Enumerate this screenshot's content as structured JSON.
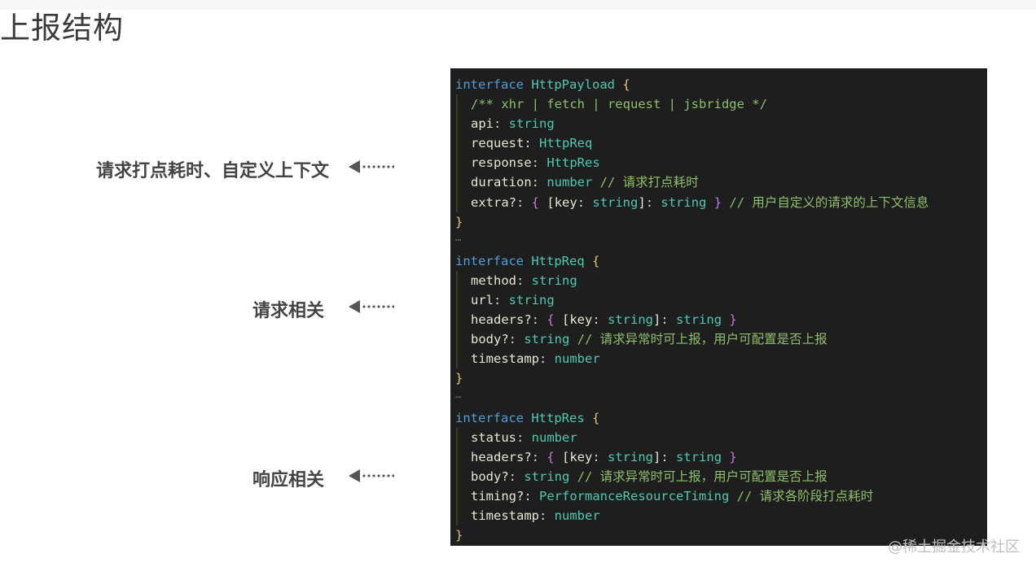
{
  "title": "上报结构",
  "labels": {
    "payload": "请求打点耗时、自定义上下文",
    "req": "请求相关",
    "res": "响应相关"
  },
  "code": {
    "l1_kw": "interface",
    "l1_name": "HttpPayload",
    "l1_br": "{",
    "l2_cm": "/** xhr | fetch | request | jsbridge */",
    "l3_prop": "api",
    "l3_type": "string",
    "l4_prop": "request",
    "l4_type": "HttpReq",
    "l5_prop": "response",
    "l5_type": "HttpRes",
    "l6_prop": "duration",
    "l6_type": "number",
    "l6_cm": "// 请求打点耗时",
    "l7_prop": "extra?",
    "l7_br_open": "{",
    "l7_key": "[key",
    "l7_key_type": "string",
    "l7_close_key": "]",
    "l7_type": "string",
    "l7_br_close": "}",
    "l7_cm": "// 用户自定义的请求的上下文信息",
    "l8_br": "}",
    "sep": "…",
    "l9_kw": "interface",
    "l9_name": "HttpReq",
    "l9_br": "{",
    "l10_prop": "method",
    "l10_type": "string",
    "l11_prop": "url",
    "l11_type": "string",
    "l12_prop": "headers?",
    "l12_br_open": "{",
    "l12_key": "[key",
    "l12_key_type": "string",
    "l12_close_key": "]",
    "l12_type": "string",
    "l12_br_close": "}",
    "l13_prop": "body?",
    "l13_type": "string",
    "l13_cm": "// 请求异常时可上报，用户可配置是否上报",
    "l14_prop": "timestamp",
    "l14_type": "number",
    "l15_br": "}",
    "l16_kw": "interface",
    "l16_name": "HttpRes",
    "l16_br": "{",
    "l17_prop": "status",
    "l17_type": "number",
    "l18_prop": "headers?",
    "l18_br_open": "{",
    "l18_key": "[key",
    "l18_key_type": "string",
    "l18_close_key": "]",
    "l18_type": "string",
    "l18_br_close": "}",
    "l19_prop": "body?",
    "l19_type": "string",
    "l19_cm": "// 请求异常时可上报，用户可配置是否上报",
    "l20_prop": "timing?",
    "l20_type": "PerformanceResourceTiming",
    "l20_cm": "// 请求各阶段打点耗时",
    "l21_prop": "timestamp",
    "l21_type": "number",
    "l22_br": "}"
  },
  "watermark": "@稀土掘金技术社区",
  "colors": {
    "code_bg": "#1e1e1e",
    "keyword": "#4e9fd8",
    "type": "#4ec9b0",
    "brace": "#e5c07b",
    "comment": "#8fbf6a"
  }
}
